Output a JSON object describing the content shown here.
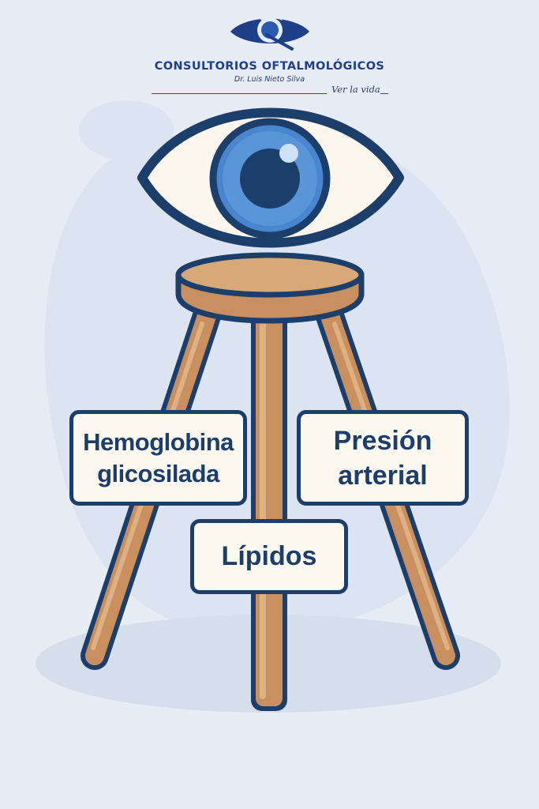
{
  "brand": {
    "name": "CONSULTORIOS OFTALMOLÓGICOS",
    "doctor": "Dr. Luis Nieto Silva",
    "tagline": "Ver la vida"
  },
  "labels": {
    "hba1c_line1": "Hemoglobina",
    "hba1c_line2": "glicosilada",
    "presion_line1": "Presión",
    "presion_line2": "arterial",
    "lipidos": "Lípidos"
  },
  "colors": {
    "background": "#e7edf6",
    "navy": "#1c3e6a",
    "wood": "#c98f5e",
    "iris": "#4a86cf",
    "label_fill": "#fdf9f1",
    "brand_blue": "#1f3f88"
  },
  "icons": {
    "logo": "stylized-eye-logo-icon",
    "main": "eye-icon",
    "stand": "stool-icon"
  }
}
